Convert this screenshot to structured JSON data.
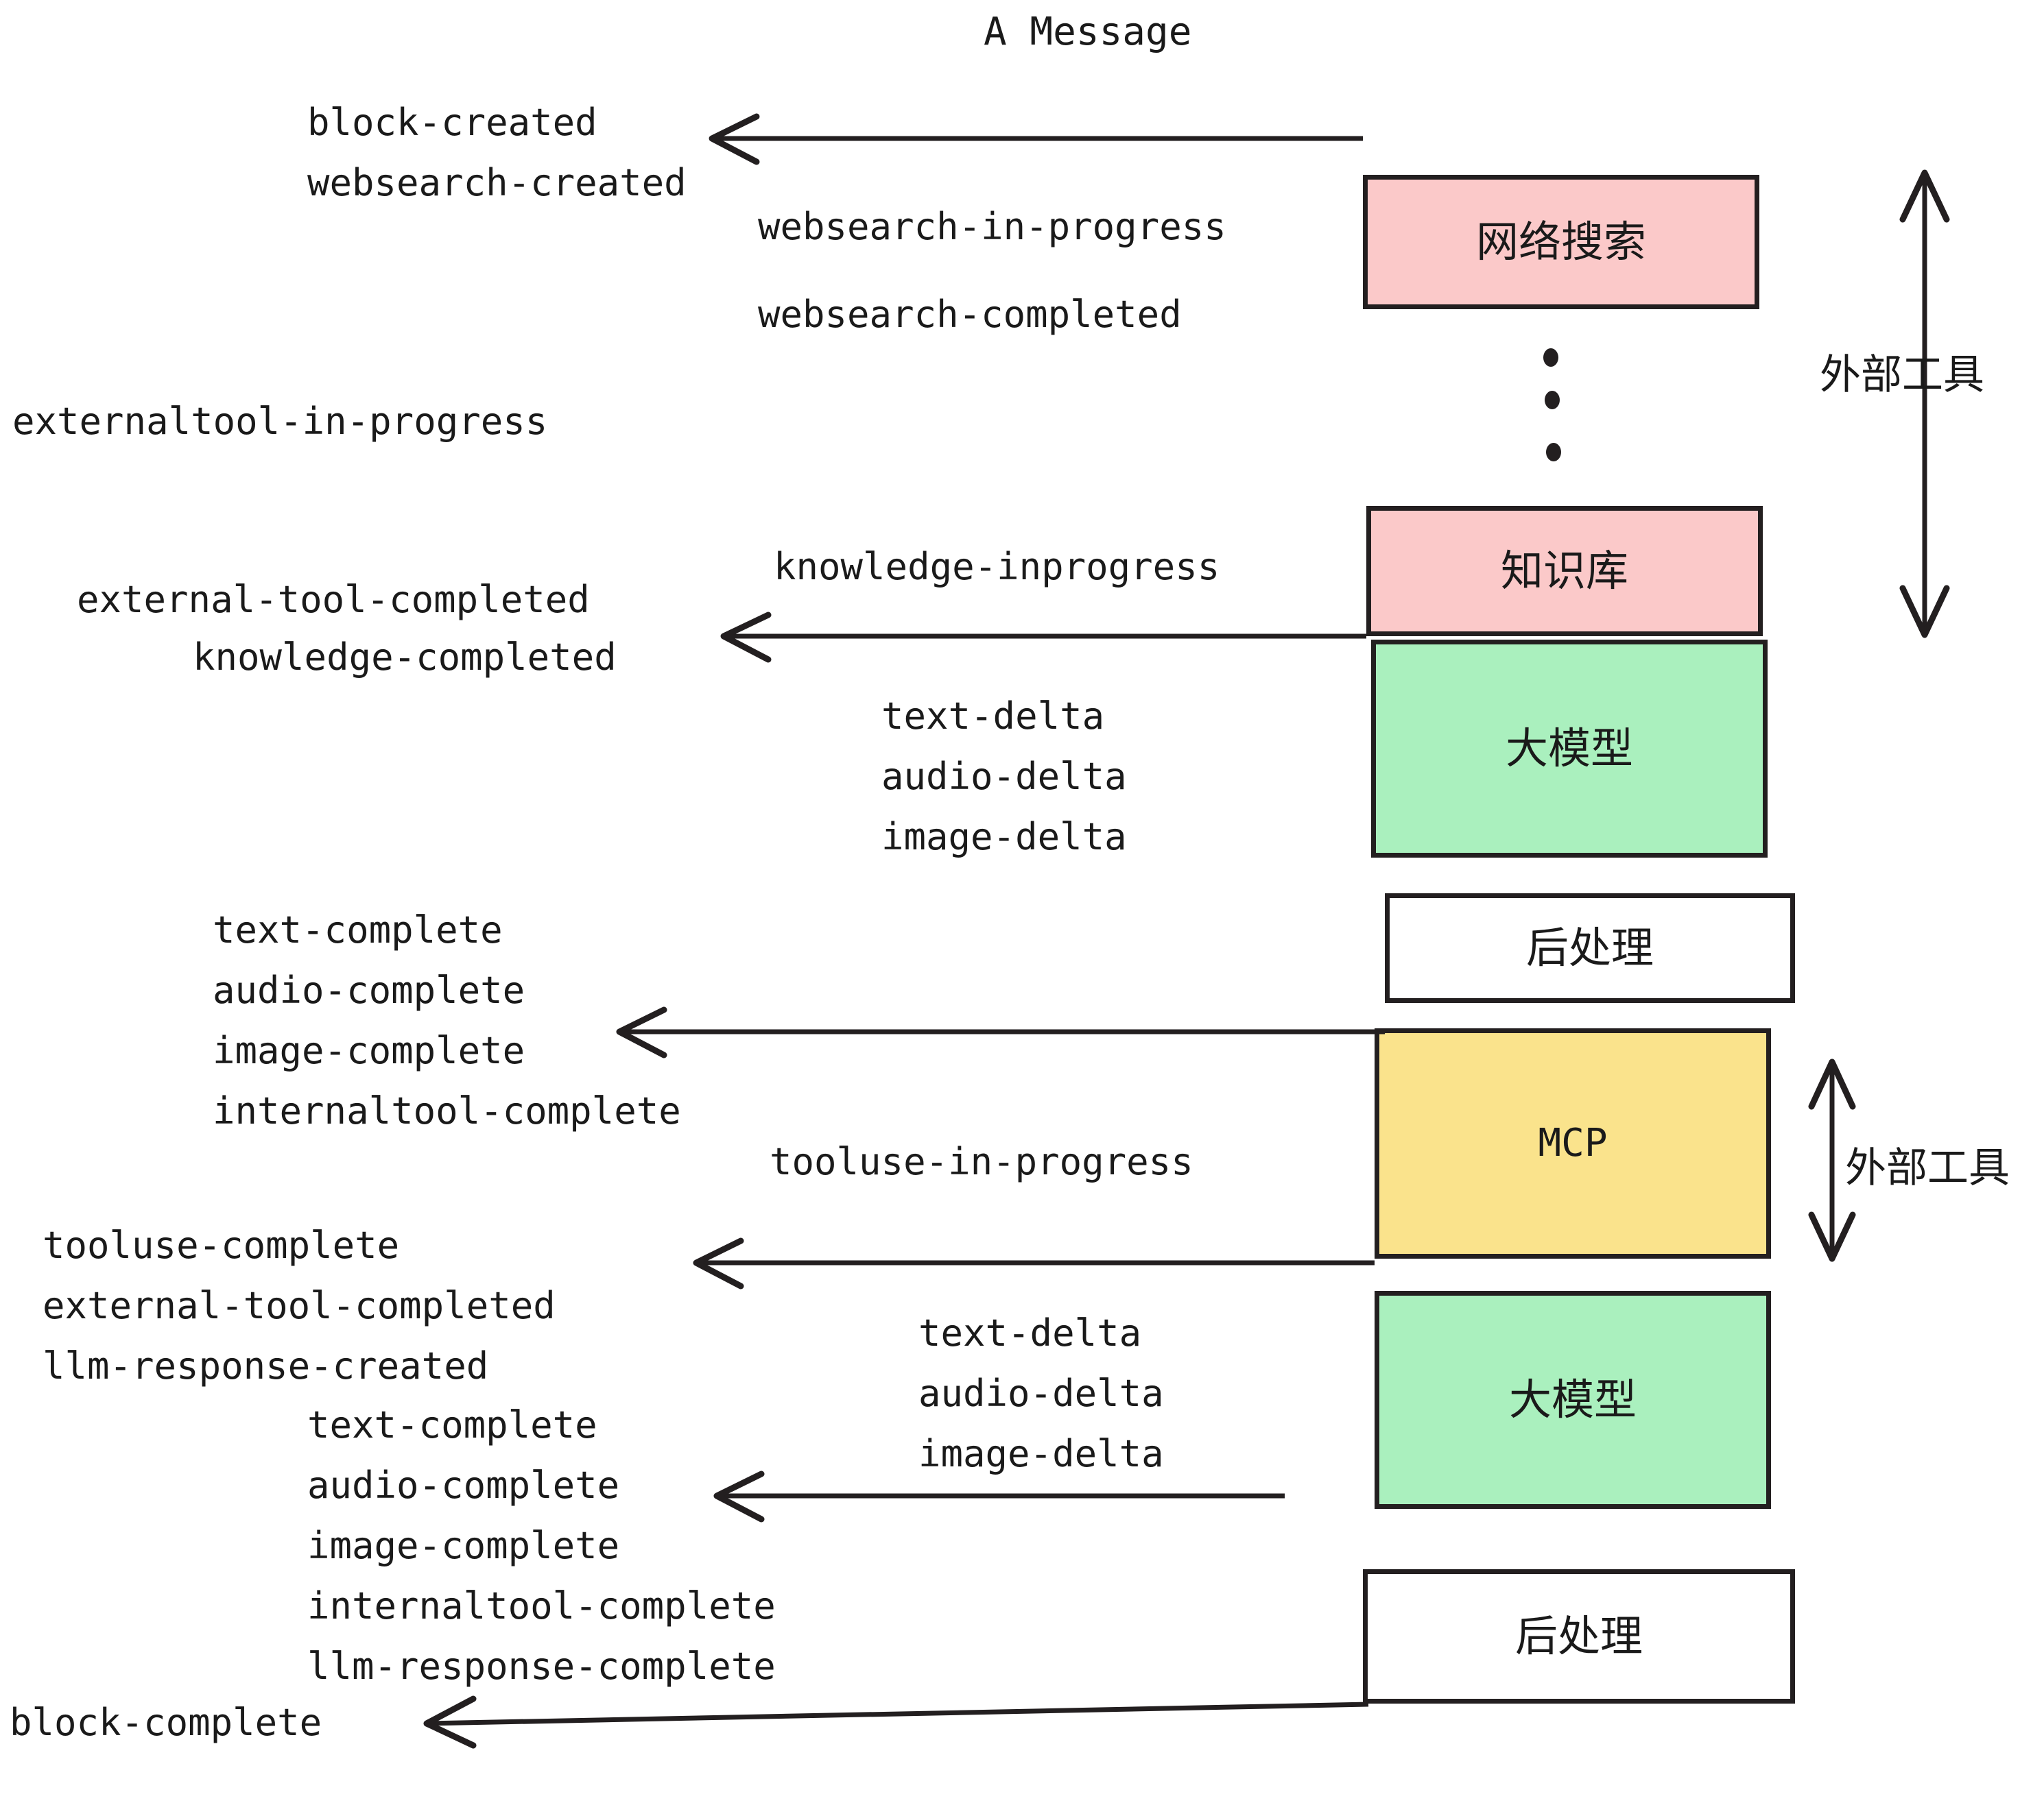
{
  "title": "A Message",
  "events": {
    "block_created": "block-created",
    "websearch_created": "websearch-created",
    "websearch_in_progress": "websearch-in-progress",
    "websearch_completed": "websearch-completed",
    "externaltool_in_progress": "externaltool-in-progress",
    "knowledge_inprogress": "knowledge-inprogress",
    "external_tool_completed_1": "external-tool-completed",
    "knowledge_completed": "knowledge-completed",
    "text_delta_1": "text-delta",
    "audio_delta_1": "audio-delta",
    "image_delta_1": "image-delta",
    "text_complete_1": "text-complete",
    "audio_complete_1": "audio-complete",
    "image_complete_1": "image-complete",
    "internaltool_complete_1": "internaltool-complete",
    "tooluse_in_progress": "tooluse-in-progress",
    "tooluse_complete": "tooluse-complete",
    "external_tool_completed_2": "external-tool-completed",
    "llm_response_created": "llm-response-created",
    "text_delta_2": "text-delta",
    "audio_delta_2": "audio-delta",
    "image_delta_2": "image-delta",
    "text_complete_2": "text-complete",
    "audio_complete_2": "audio-complete",
    "image_complete_2": "image-complete",
    "internaltool_complete_2": "internaltool-complete",
    "llm_response_complete": "llm-response-complete",
    "block_complete": "block-complete"
  },
  "boxes": {
    "websearch": {
      "label": "网络搜索",
      "fill": "#fbc9c9"
    },
    "knowledge": {
      "label": "知识库",
      "fill": "#fbc9c9"
    },
    "llm_1": {
      "label": "大模型",
      "fill": "#aaf0be"
    },
    "postprocess_1": {
      "label": "后处理",
      "fill": "#ffffff"
    },
    "mcp": {
      "label": "MCP",
      "fill": "#fae38c"
    },
    "llm_2": {
      "label": "大模型",
      "fill": "#aaf0be"
    },
    "postprocess_2": {
      "label": "后处理",
      "fill": "#ffffff"
    }
  },
  "annotations": {
    "external_tool_top": "外部工具",
    "external_tool_bottom": "外部工具"
  },
  "colors": {
    "stroke": "#231f20",
    "pink": "#fbc9c9",
    "green": "#aaf0be",
    "yellow": "#fae38c",
    "white": "#ffffff",
    "text": "#1a1a1a"
  }
}
